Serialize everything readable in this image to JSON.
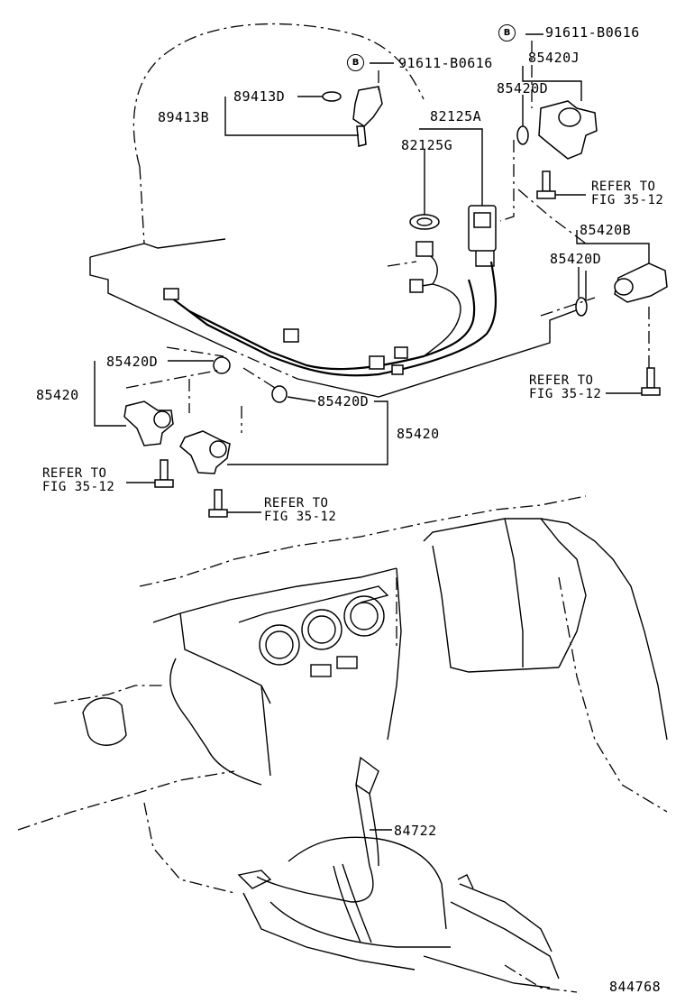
{
  "diagram_id": "844768",
  "badges": {
    "b1": "B",
    "b2": "B"
  },
  "labels": {
    "p91611_top": "91611-B0616",
    "p91611_mid": "91611-B0616",
    "p85420J": "85420J",
    "p85420D_tr": "85420D",
    "p89413D": "89413D",
    "p89413B": "89413B",
    "p82125A": "82125A",
    "p82125G": "82125G",
    "refer_r1_a": "REFER TO",
    "refer_r1_b": "FIG 35-12",
    "p85420B": "85420B",
    "p85420D_r": "85420D",
    "refer_r2_a": "REFER TO",
    "refer_r2_b": "FIG 35-12",
    "p85420D_l": "85420D",
    "p85420_l": "85420",
    "p85420D_c": "85420D",
    "p85420_c": "85420",
    "refer_l_a": "REFER TO",
    "refer_l_b": "FIG 35-12",
    "refer_c_a": "REFER TO",
    "refer_c_b": "FIG 35-12",
    "p84722": "84722"
  }
}
